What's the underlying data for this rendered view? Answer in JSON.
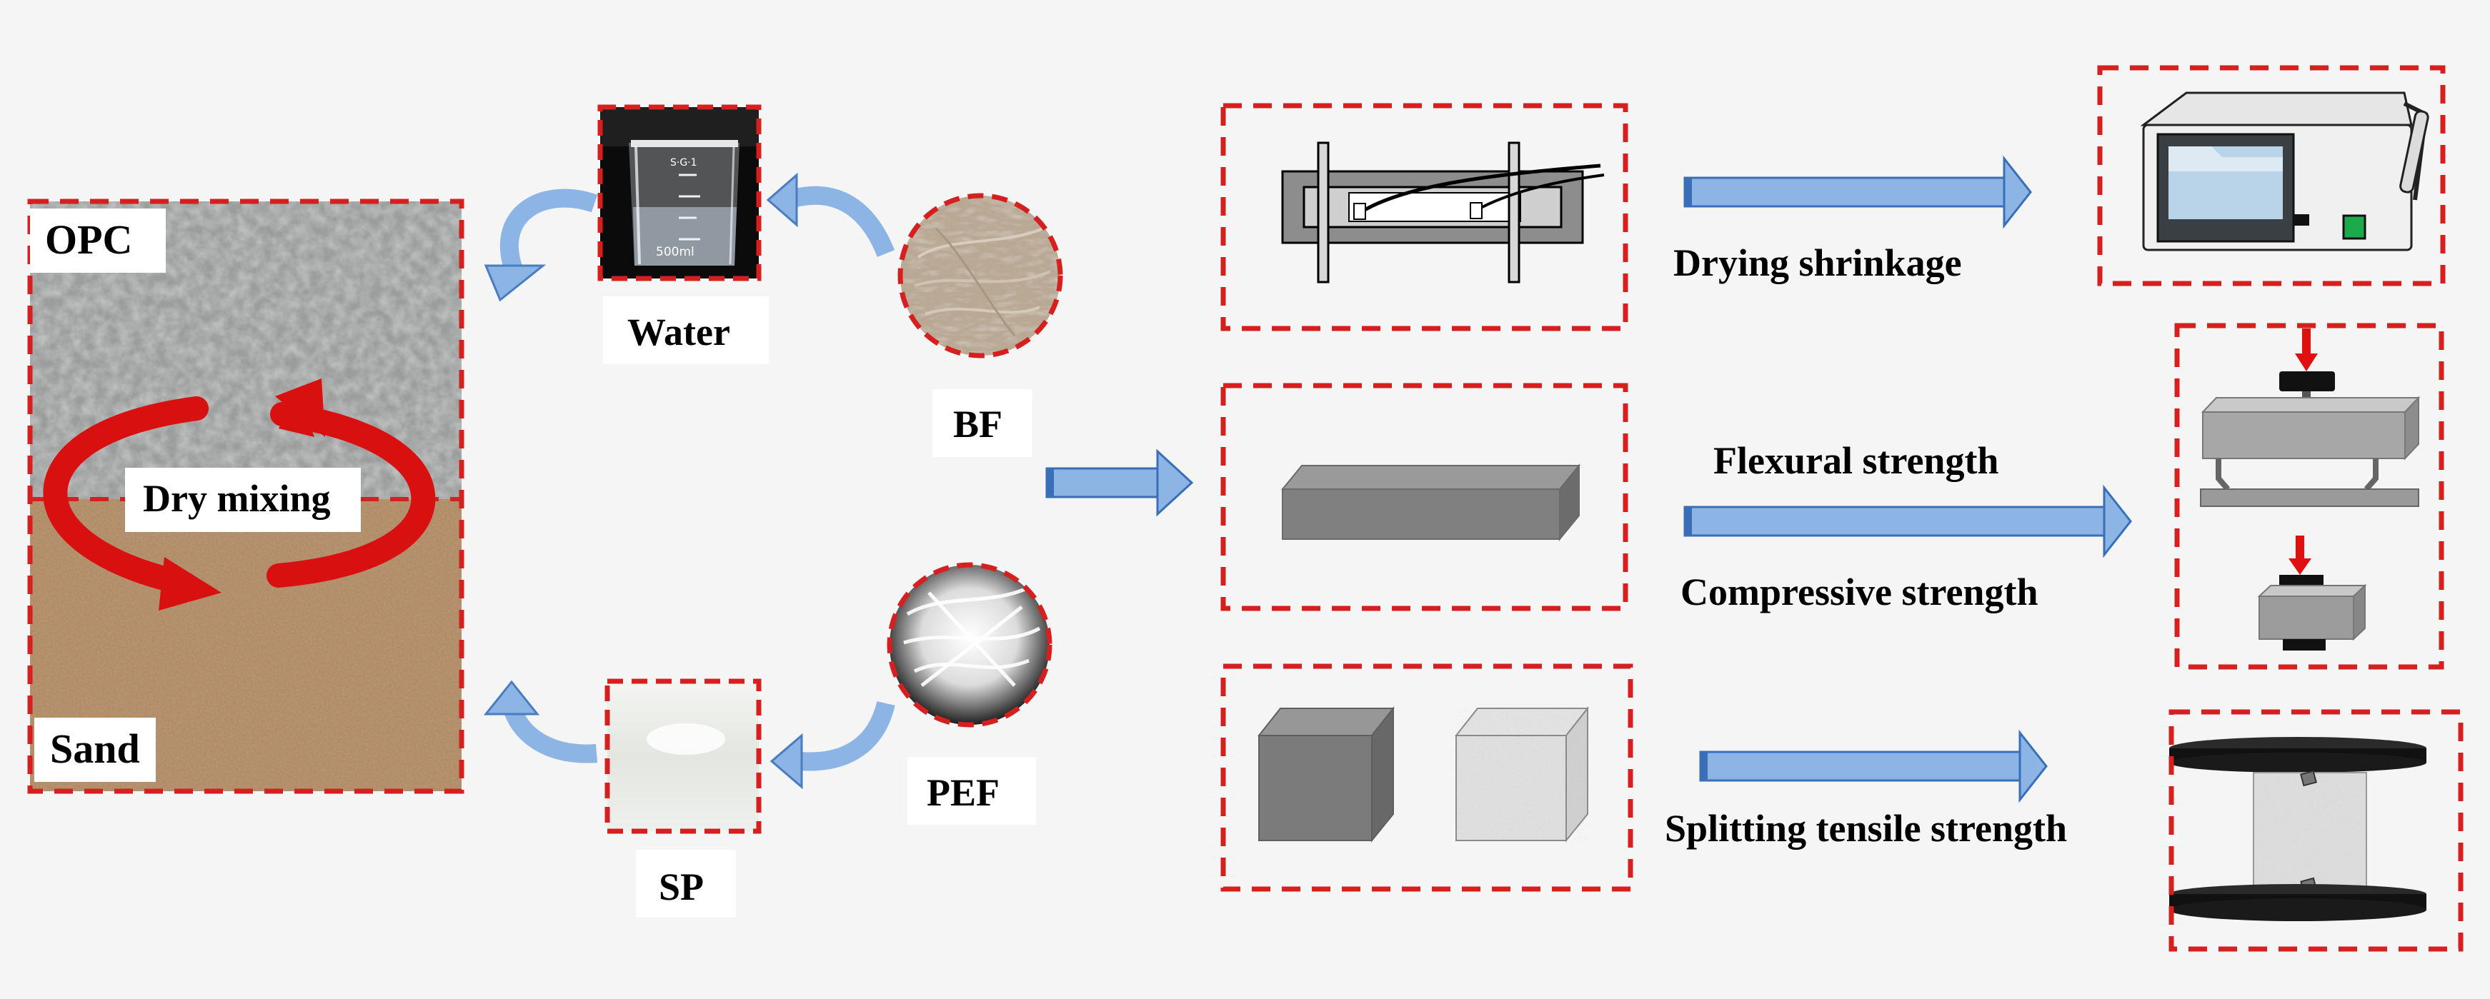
{
  "materials": {
    "opc": "OPC",
    "sand": "Sand",
    "dry_mixing": "Dry mixing",
    "water": "Water",
    "bf": "BF",
    "pef": "PEF",
    "sp": "SP"
  },
  "tests": {
    "drying_shrinkage": "Drying shrinkage",
    "flexural_strength": "Flexural strength",
    "compressive_strength": "Compressive strength",
    "splitting_tensile_strength": "Splitting tensile strength"
  },
  "beaker_marks": {
    "top": "S·G·1",
    "volume": "500ml"
  },
  "colors": {
    "dashed_border": "#d61f1f",
    "flow_arrow": "#7fa9dd",
    "flow_arrow_edge": "#3a6fb8",
    "mix_arrow": "#e01010",
    "opc_gray": "#9a9c9b",
    "sand_tan": "#b58c68",
    "specimen_gray": "#7d7d7d"
  }
}
